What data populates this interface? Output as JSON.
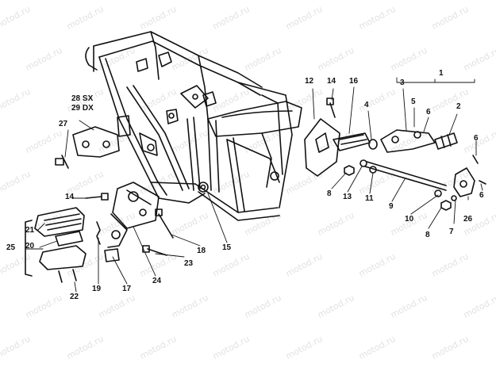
{
  "watermark": "motod.ru",
  "callouts": {
    "c1": "1",
    "c2": "2",
    "c3": "3",
    "c4": "4",
    "c5": "5",
    "c6a": "6",
    "c6b": "6",
    "c6c": "6",
    "c7": "7",
    "c8a": "8",
    "c8b": "8",
    "c9": "9",
    "c10": "10",
    "c11": "11",
    "c12": "12",
    "c13": "13",
    "c14a": "14",
    "c14b": "14",
    "c15": "15",
    "c16": "16",
    "c17": "17",
    "c18": "18",
    "c19": "19",
    "c20": "20",
    "c21": "21",
    "c22": "22",
    "c23": "23",
    "c24": "24",
    "c25": "25",
    "c26": "26",
    "c27": "27",
    "c28": "28 SX",
    "c29": "29 DX"
  }
}
